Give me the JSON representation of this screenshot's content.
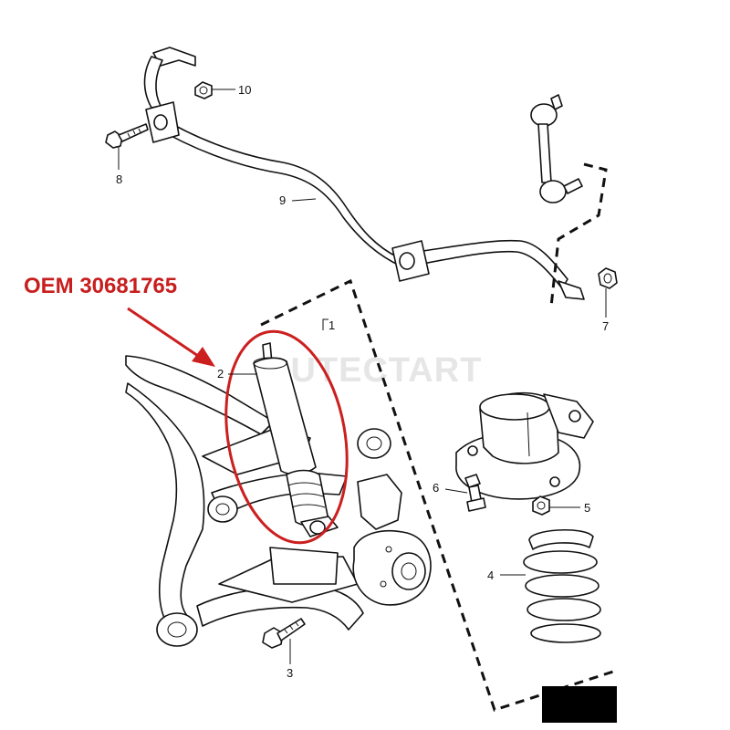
{
  "oem_label": "OEM 30681765",
  "watermark": "AUTECTART",
  "callouts": {
    "c1": "1",
    "c2": "2",
    "c3": "3",
    "c4": "4",
    "c5": "5",
    "c6": "6",
    "c7": "7",
    "c8": "8",
    "c9": "9",
    "c10": "10"
  },
  "colors": {
    "oem_text": "#c81e1e",
    "highlight": "#cc1f1f",
    "line": "#111111",
    "watermark": "#e6e6e6",
    "redaction": "#000000"
  }
}
